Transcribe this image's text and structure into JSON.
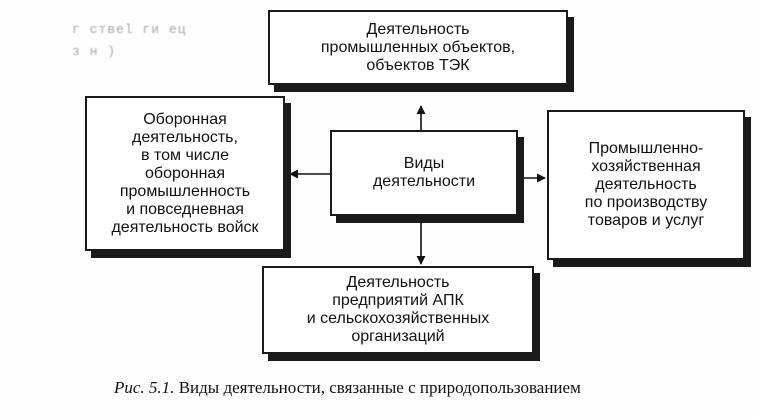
{
  "bleed_text": {
    "line1": "г ствеl       ги   ец",
    "line2": "з   н )"
  },
  "diagram": {
    "center": {
      "lines": [
        "Виды",
        "деятельности"
      ]
    },
    "top": {
      "lines": [
        "Деятельность",
        "промышленных объектов,",
        "объектов ТЭК"
      ]
    },
    "left": {
      "lines": [
        "Оборонная",
        "деятельность,",
        "в том числе",
        "оборонная",
        "промышленность",
        "и повседневная",
        "деятельность войск"
      ]
    },
    "right": {
      "lines": [
        "Промышленно-",
        "хозяйственная",
        "деятельность",
        "по производству",
        "товаров и услуг"
      ]
    },
    "bottom": {
      "lines": [
        "Деятельность",
        "предприятий АПК",
        "и сельскохозяйственных",
        "организаций"
      ]
    }
  },
  "caption": {
    "label": "Рис. 5.1.",
    "text": "Виды деятельности, связанные с природопользованием"
  }
}
